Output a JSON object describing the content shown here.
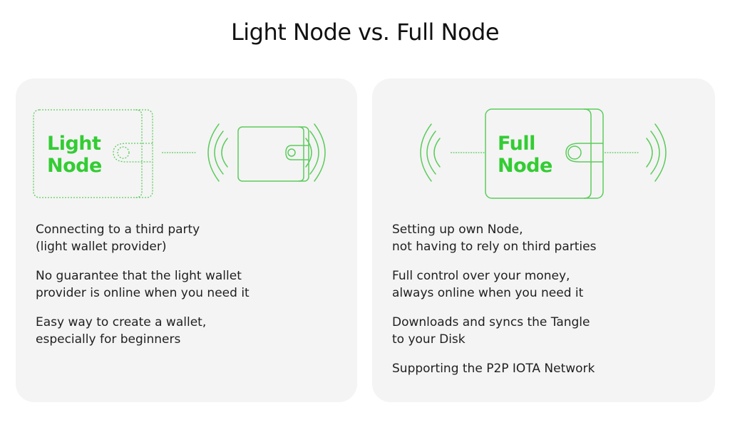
{
  "title": "Light Node vs. Full Node",
  "colors": {
    "accent_green": "#33cc33",
    "card_bg": "#f4f4f4",
    "text": "#1f1f1f"
  },
  "light": {
    "node_label_line1": "Light",
    "node_label_line2": "Node",
    "icons": [
      "dotted-wallet-icon",
      "connection-dotted-line",
      "signal-waves-icon",
      "wallet-icon"
    ],
    "points": [
      {
        "line1": "Connecting to a third party",
        "line2": "(light wallet provider)"
      },
      {
        "line1": "No guarantee that the light wallet",
        "line2": "provider is online when you need it"
      },
      {
        "line1": "Easy way to create a wallet,",
        "line2": "especially for beginners"
      }
    ]
  },
  "full": {
    "node_label_line1": "Full",
    "node_label_line2": "Node",
    "icons": [
      "signal-waves-icon",
      "connection-dotted-line",
      "wallet-icon",
      "signal-waves-icon"
    ],
    "points": [
      {
        "line1": "Setting up own Node,",
        "line2": "not having to rely on third parties"
      },
      {
        "line1": "Full control over your money,",
        "line2": "always online when you need it"
      },
      {
        "line1": "Downloads and syncs the Tangle",
        "line2": "to your Disk"
      },
      {
        "line1": "Supporting the P2P IOTA Network",
        "line2": ""
      }
    ]
  }
}
